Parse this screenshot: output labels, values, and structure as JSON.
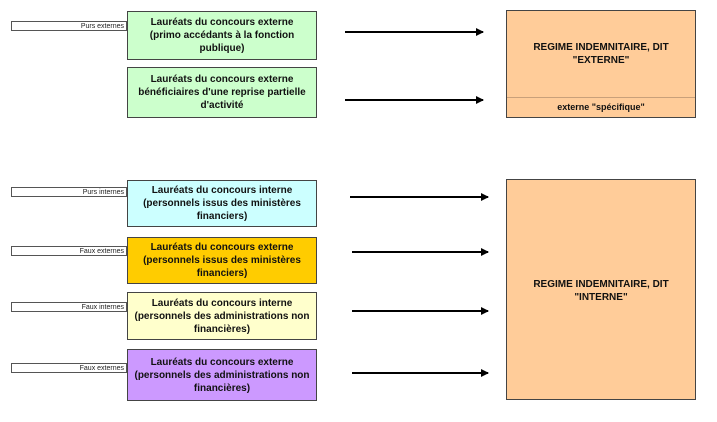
{
  "colors": {
    "green": "#ccffcc",
    "cyan": "#ccffff",
    "gold": "#ffcc00",
    "cream": "#ffffcc",
    "violet": "#cc99ff",
    "regime": "#ffcc99"
  },
  "top": {
    "tag": "Purs externes",
    "box1": "Lauréats du concours externe (primo accédants à la fonction publique)",
    "box2": "Lauréats du concours externe bénéficiaires d'une reprise partielle d'activité",
    "regime_title": "REGIME INDEMNITAIRE, DIT \"EXTERNE\"",
    "regime_sub": "externe \"spécifique\""
  },
  "bottom": {
    "rows": [
      {
        "tag": "Purs internes",
        "label": "Lauréats du concours interne (personnels issus des ministères financiers)"
      },
      {
        "tag": "Faux externes",
        "label": "Lauréats du concours externe (personnels issus des ministères financiers)"
      },
      {
        "tag": "Faux internes",
        "label": "Lauréats du concours interne (personnels des administrations non financières)"
      },
      {
        "tag": "Faux externes",
        "label": "Lauréats du concours externe (personnels des administrations non financières)"
      }
    ],
    "regime_title": "REGIME INDEMNITAIRE, DIT \"INTERNE\""
  }
}
